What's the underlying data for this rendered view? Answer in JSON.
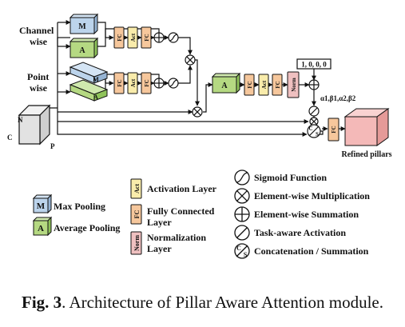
{
  "diagram": {
    "inputs": {
      "channel_wise": [
        "Channel",
        "wise"
      ],
      "point_wise": [
        "Point",
        "wise"
      ]
    },
    "cube_labels": {
      "n": "N",
      "c": "C",
      "p": "P"
    },
    "block_labels": {
      "max": "M",
      "avg": "A",
      "fc": "FC",
      "act": "Act",
      "norm": "Norm",
      "concat_c": "C",
      "concat_s": "S"
    },
    "init_vector": "1, 0, 0, 0",
    "params": "α1,β1,α2,β2",
    "output_label": "Refined pillars"
  },
  "legend": {
    "left": [
      {
        "symbol": "M",
        "label": "Max Pooling"
      },
      {
        "symbol": "A",
        "label": "Average Pooling"
      }
    ],
    "middle": [
      {
        "symbol": "Act",
        "label": "Activation Layer"
      },
      {
        "symbol": "FC",
        "label": "Fully Connected Layer"
      },
      {
        "symbol": "Norm",
        "label": "Normalization Layer"
      }
    ],
    "right": [
      {
        "symbol": "sigmoid",
        "label": "Sigmoid Function"
      },
      {
        "symbol": "multiply",
        "label": "Element-wise Multiplication"
      },
      {
        "symbol": "sum",
        "label": "Element-wise Summation"
      },
      {
        "symbol": "task-aware",
        "label": "Task-aware Activation"
      },
      {
        "symbol": "concat",
        "label": "Concatenation / Summation"
      }
    ]
  },
  "caption": {
    "prefix": "Fig. 3",
    "text": ". Architecture of Pillar Aware Attention module."
  },
  "colors": {
    "max_pool": "#bcd4ec",
    "avg_pool": "#b5d982",
    "fc": "#f6c79c",
    "act": "#f9ecab",
    "norm": "#efc0c0",
    "output": "#f4b9b8",
    "cube": "#e2e2e2"
  }
}
